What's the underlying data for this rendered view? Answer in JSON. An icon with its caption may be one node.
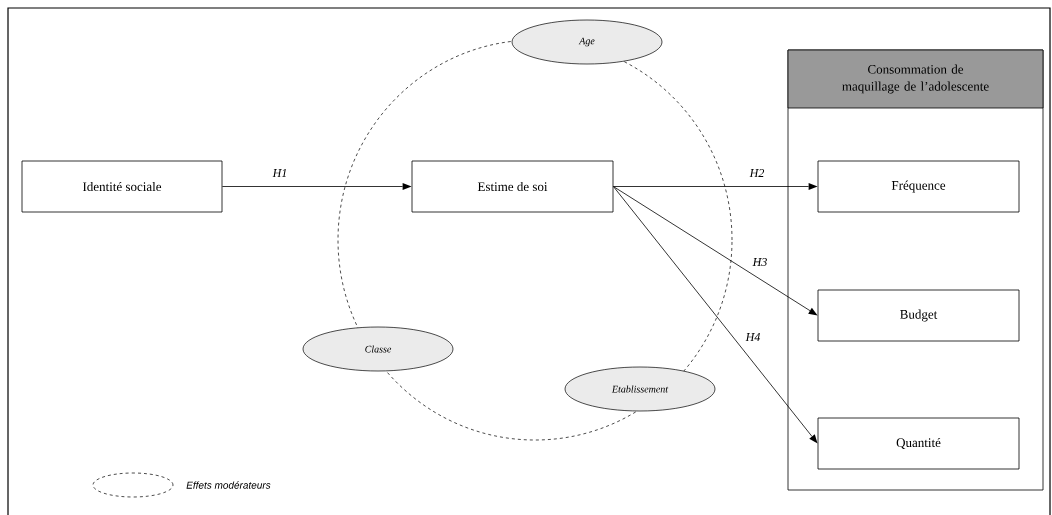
{
  "diagram": {
    "nodes": [
      {
        "text": [
          "Identité sociale"
        ]
      },
      {
        "text": [
          "Estime de soi"
        ]
      },
      {
        "text": [
          "Consommation de maquillage de l’adolescente"
        ]
      },
      {
        "text": [
          "Fréquence"
        ],
        "in": 2
      },
      {
        "text": [
          "Budget"
        ],
        "in": 2
      },
      {
        "text": [
          "Quantité"
        ],
        "in": 2
      },
      {
        "text": [
          "Age"
        ]
      },
      {
        "text": [
          "Classe"
        ]
      },
      {
        "text": [
          "Etablissement"
        ]
      }
    ],
    "edges": [
      {
        "from": 0,
        "to": 1,
        "arrow": "to",
        "label": "H1"
      },
      {
        "from": 1,
        "to": 3,
        "arrow": "to",
        "label": "H2"
      },
      {
        "from": 1,
        "to": 4,
        "arrow": "to",
        "label": "H3"
      },
      {
        "from": 1,
        "to": 5,
        "arrow": "to",
        "label": "H4"
      }
    ],
    "legend": [
      {
        "text": "Effets modérateurs"
      }
    ]
  }
}
